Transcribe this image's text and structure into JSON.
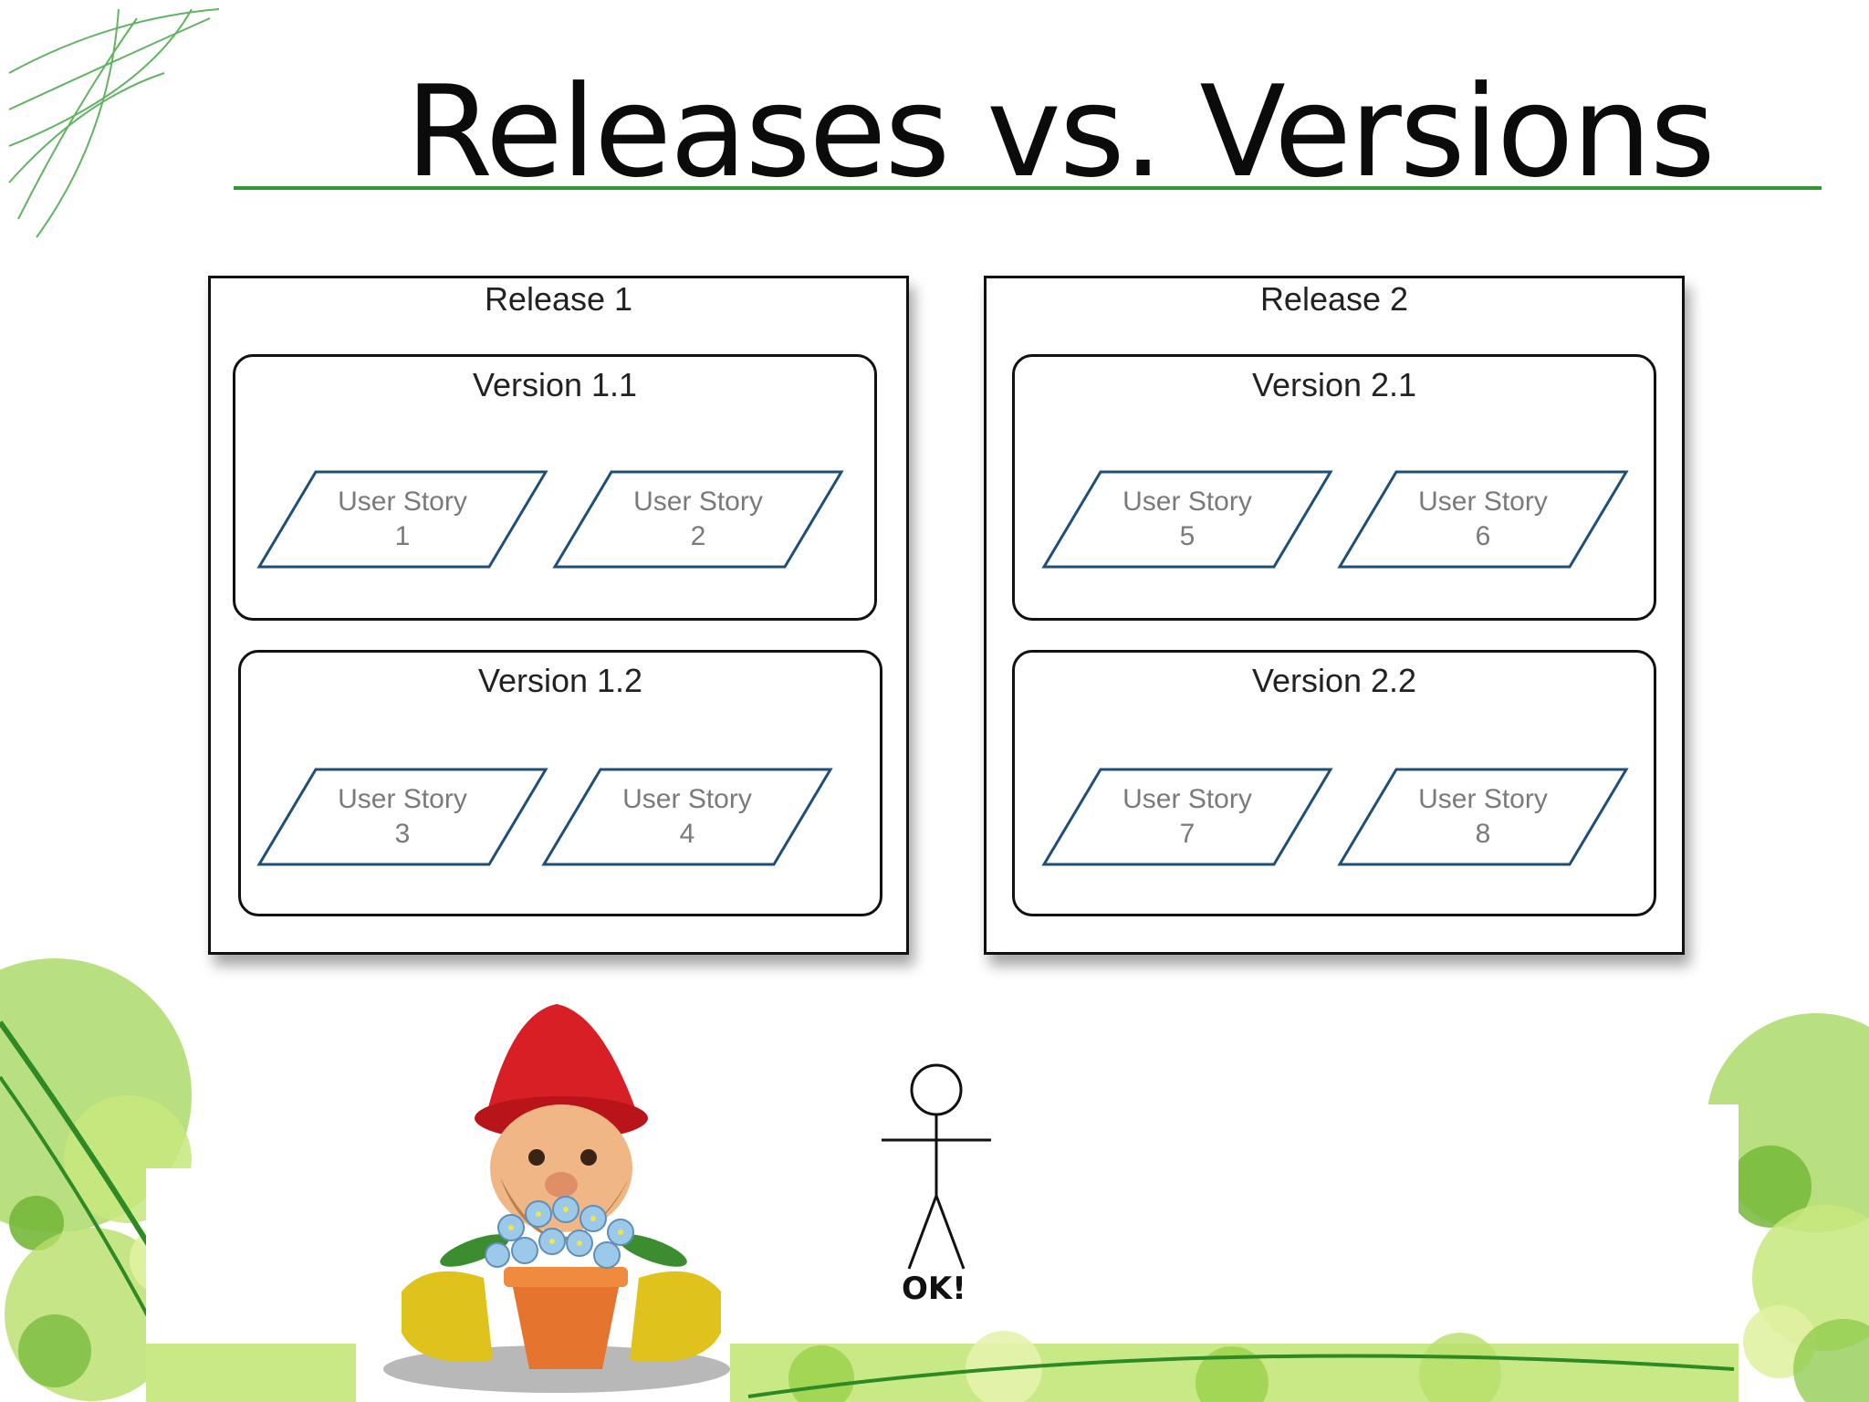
{
  "slide": {
    "title": "Releases vs. Versions",
    "accent_color": "#2e9a2e"
  },
  "releases": [
    {
      "label": "Release 1",
      "versions": [
        {
          "label": "Version 1.1",
          "stories": [
            {
              "title": "User Story",
              "number": "1"
            },
            {
              "title": "User Story",
              "number": "2"
            }
          ]
        },
        {
          "label": "Version 1.2",
          "stories": [
            {
              "title": "User Story",
              "number": "3"
            },
            {
              "title": "User Story",
              "number": "4"
            }
          ]
        }
      ]
    },
    {
      "label": "Release 2",
      "versions": [
        {
          "label": "Version 2.1",
          "stories": [
            {
              "title": "User Story",
              "number": "5"
            },
            {
              "title": "User Story",
              "number": "6"
            }
          ]
        },
        {
          "label": "Version 2.2",
          "stories": [
            {
              "title": "User Story",
              "number": "7"
            },
            {
              "title": "User Story",
              "number": "8"
            }
          ]
        }
      ]
    }
  ],
  "figures": {
    "stick_figure_caption": "OK!",
    "gnome_icon": "garden-gnome-icon",
    "stick_figure_icon": "stick-figure-icon"
  }
}
